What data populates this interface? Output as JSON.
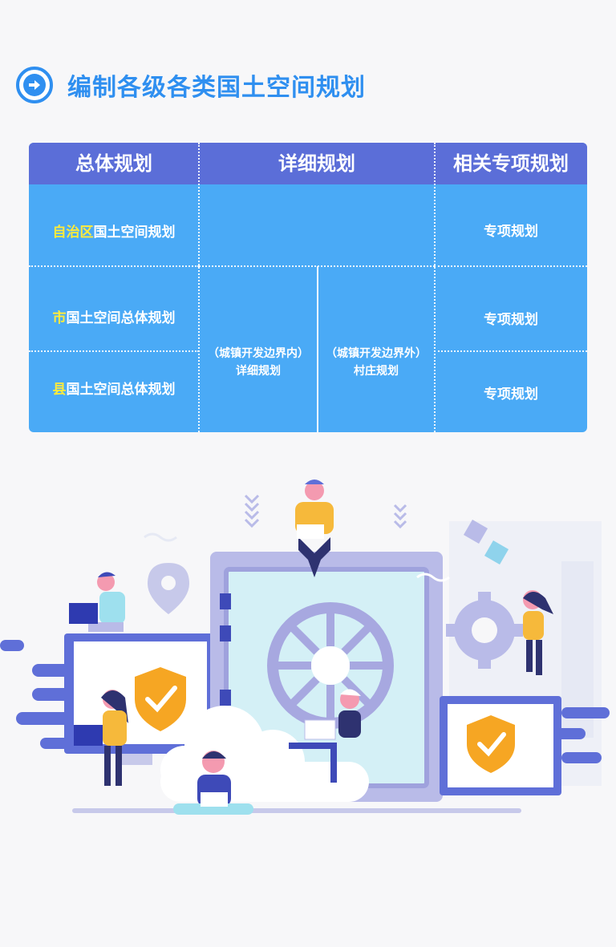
{
  "header": {
    "icon": "arrow-right-circle-icon",
    "title": "编制各级各类国土空间规划"
  },
  "table": {
    "headers": [
      "总体规划",
      "详细规划",
      "相关专项规划"
    ],
    "rows": {
      "region": {
        "highlight": "自治区",
        "rest": "国土空间规划"
      },
      "city": {
        "highlight": "市",
        "rest": "国土空间总体规划"
      },
      "county": {
        "highlight": "县",
        "rest": "国土空间总体规划"
      }
    },
    "detail_inside": {
      "line1": "（城镇开发边界内）",
      "line2": "详细规划"
    },
    "detail_outside": {
      "line1": "（城镇开发边界外）",
      "line2": "村庄规划"
    },
    "special": [
      "专项规划",
      "专项规划",
      "专项规划"
    ],
    "colors": {
      "header_bg": "#5b6ed8",
      "body_bg": "#4aaaf6",
      "highlight": "#ffeb3b"
    }
  },
  "illustration": {
    "icons": [
      "safe-icon",
      "monitor-icon",
      "shield-check-icon",
      "gear-icon",
      "location-pin-icon",
      "puzzle-icon",
      "cloud-icon",
      "laptop-icon"
    ]
  }
}
